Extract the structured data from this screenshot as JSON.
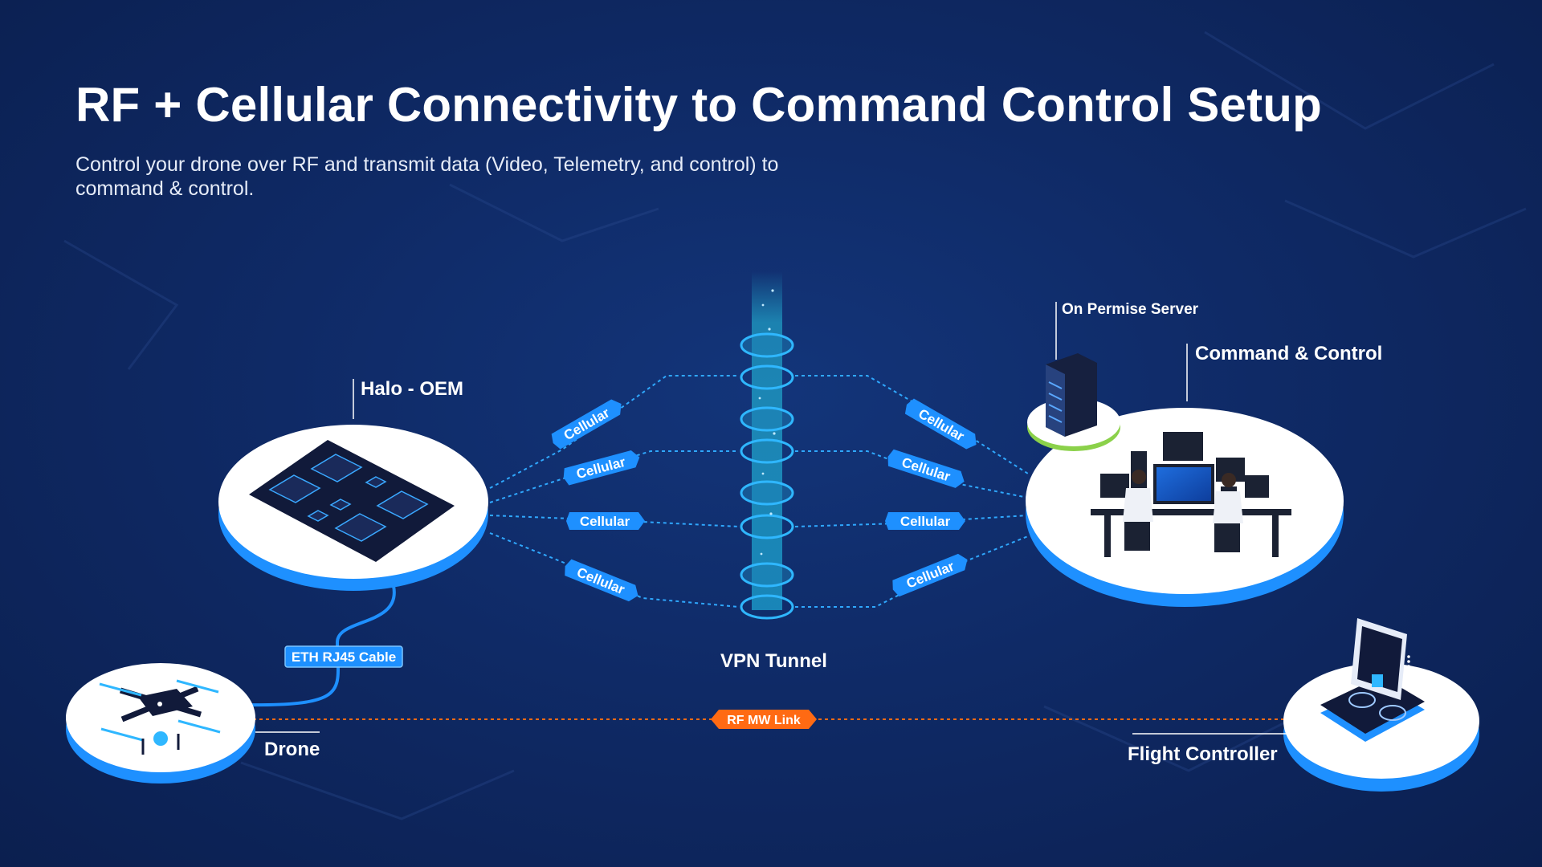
{
  "title": "RF + Cellular Connectivity to Command Control Setup",
  "subtitle": "Control your drone over RF and transmit data (Video, Telemetry, and control) to command & control.",
  "nodes": {
    "halo": "Halo - OEM",
    "server": "On Permise Server",
    "command": "Command & Control",
    "drone": "Drone",
    "controller": "Flight Controller",
    "vpn": "VPN Tunnel"
  },
  "links": {
    "cellular": "Cellular",
    "eth": "ETH RJ45 Cable",
    "rf": "RF MW Link"
  },
  "colors": {
    "background": "#0f2a66",
    "accent": "#1e90ff",
    "rf_link": "#ff6a13",
    "tower": "#23b6d6",
    "platform": "#ffffff",
    "server_ring": "#8bd14a"
  }
}
